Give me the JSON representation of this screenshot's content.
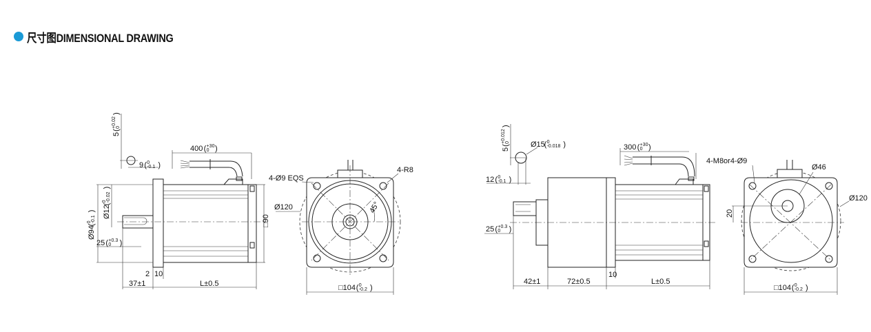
{
  "header": {
    "title": "尺寸图DIMENSIONAL DRAWING",
    "dot_color": "#1a9ad6"
  },
  "drawings": [
    {
      "name": "motor-without-gearbox",
      "dimensions": [
        {
          "id": "key-width",
          "main": "5",
          "upper": "+0.02",
          "lower": "0"
        },
        {
          "id": "key-depth",
          "main": "9",
          "upper": "0",
          "lower": "-0.1"
        },
        {
          "id": "cable-length",
          "main": "400",
          "upper": "+30",
          "lower": "0"
        },
        {
          "id": "shaft-dia",
          "main": "Ø12",
          "upper": "0",
          "lower": "-0.02"
        },
        {
          "id": "pilot-dia",
          "main": "Ø94",
          "upper": "0",
          "lower": "-0.1"
        },
        {
          "id": "key-length",
          "main": "25",
          "upper": "+0.3",
          "lower": "0"
        },
        {
          "id": "body-square",
          "main": "□90"
        },
        {
          "id": "pilot-thk",
          "main": "2"
        },
        {
          "id": "flange-thk",
          "main": "10"
        },
        {
          "id": "shaft-length",
          "main": "37±1"
        },
        {
          "id": "body-length",
          "main": "L±0.5"
        },
        {
          "id": "mount-holes",
          "main": "4-Ø9 EQS"
        },
        {
          "id": "corner-radius",
          "main": "4-R8"
        },
        {
          "id": "pcd",
          "main": "Ø120"
        },
        {
          "id": "angle",
          "main": "45°"
        },
        {
          "id": "flange-square",
          "main": "□104",
          "upper": "0",
          "lower": "-0.2"
        }
      ]
    },
    {
      "name": "motor-with-gearbox",
      "dimensions": [
        {
          "id": "key-width",
          "main": "5",
          "upper": "+0.012",
          "lower": "0"
        },
        {
          "id": "shaft-dia",
          "main": "Ø15",
          "upper": "0",
          "lower": "-0.018"
        },
        {
          "id": "key-depth",
          "main": "12",
          "upper": "0",
          "lower": "-0.1"
        },
        {
          "id": "cable-length",
          "main": "300",
          "upper": "+30",
          "lower": "0"
        },
        {
          "id": "mount-holes",
          "main": "4-M8or4-Ø9"
        },
        {
          "id": "boss-dia",
          "main": "Ø46"
        },
        {
          "id": "pcd",
          "main": "Ø120"
        },
        {
          "id": "shaft-offset",
          "main": "20"
        },
        {
          "id": "key-length",
          "main": "25",
          "upper": "+0.3",
          "lower": "0"
        },
        {
          "id": "shaft-length",
          "main": "42±1"
        },
        {
          "id": "gearbox-length",
          "main": "72±0.5"
        },
        {
          "id": "flange-thk",
          "main": "10"
        },
        {
          "id": "body-length",
          "main": "L±0.5"
        },
        {
          "id": "flange-square",
          "main": "□104",
          "upper": "0",
          "lower": "-0.2"
        }
      ]
    }
  ]
}
